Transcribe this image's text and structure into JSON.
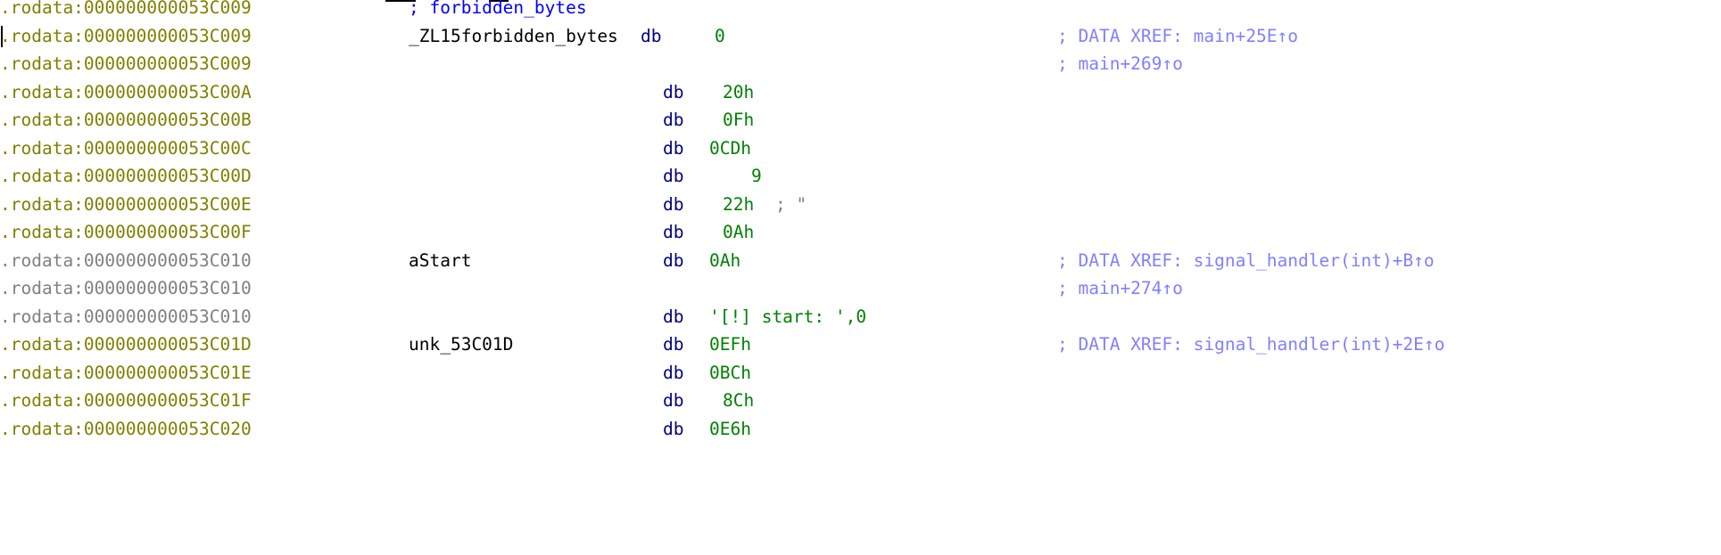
{
  "rows": [
    {
      "address": ".rodata:000000000053C009",
      "label": "",
      "comment_inline": "; forbidden_bytes",
      "mnemonic": "",
      "value": "",
      "value_comment": "",
      "xref": ""
    },
    {
      "address": ".rodata:000000000053C009",
      "label": "_ZL15forbidden_bytes",
      "mnemonic": "db",
      "value": "0",
      "value_comment": "",
      "xref": "; DATA XREF: main+25E↑o"
    },
    {
      "address": ".rodata:000000000053C009",
      "label": "",
      "mnemonic": "",
      "value": "",
      "value_comment": "",
      "xref": "; main+269↑o"
    },
    {
      "address": ".rodata:000000000053C00A",
      "label": "",
      "mnemonic": "db",
      "value": "20h",
      "value_comment": "",
      "xref": ""
    },
    {
      "address": ".rodata:000000000053C00B",
      "label": "",
      "mnemonic": "db",
      "value": "0Fh",
      "value_comment": "",
      "xref": ""
    },
    {
      "address": ".rodata:000000000053C00C",
      "label": "",
      "mnemonic": "db",
      "value": "0CDh",
      "value_comment": "",
      "xref": ""
    },
    {
      "address": ".rodata:000000000053C00D",
      "label": "",
      "mnemonic": "db",
      "value": "9",
      "value_comment": "",
      "xref": ""
    },
    {
      "address": ".rodata:000000000053C00E",
      "label": "",
      "mnemonic": "db",
      "value": "22h",
      "value_comment": "; \"",
      "xref": ""
    },
    {
      "address": ".rodata:000000000053C00F",
      "label": "",
      "mnemonic": "db",
      "value": "0Ah",
      "value_comment": "",
      "xref": ""
    },
    {
      "address": ".rodata:000000000053C010",
      "label": "aStart",
      "mnemonic": "db",
      "value": "0Ah",
      "value_comment": "",
      "xref": "; DATA XREF: signal_handler(int)+B↑o"
    },
    {
      "address": ".rodata:000000000053C010",
      "label": "",
      "mnemonic": "",
      "value": "",
      "value_comment": "",
      "xref": "; main+274↑o"
    },
    {
      "address": ".rodata:000000000053C010",
      "label": "",
      "mnemonic": "db",
      "value": "'[!] start: ',0",
      "value_comment": "",
      "xref": ""
    },
    {
      "address": ".rodata:000000000053C01D",
      "label": "unk_53C01D",
      "mnemonic": "db",
      "value": "0EFh",
      "value_comment": "",
      "xref": "; DATA XREF: signal_handler(int)+2E↑o"
    },
    {
      "address": ".rodata:000000000053C01E",
      "label": "",
      "mnemonic": "db",
      "value": "0BCh",
      "value_comment": "",
      "xref": ""
    },
    {
      "address": ".rodata:000000000053C01F",
      "label": "",
      "mnemonic": "db",
      "value": "8Ch",
      "value_comment": "",
      "xref": ""
    },
    {
      "address": ".rodata:000000000053C020",
      "label": "",
      "mnemonic": "db",
      "value": "0E6h",
      "value_comment": "",
      "xref": ""
    }
  ],
  "colors": {
    "address": "#808000",
    "address_gray": "#808080",
    "name": "#000080",
    "number": "#008000",
    "xref_comment": "#8080ff",
    "inline_comment": "#0000ff"
  }
}
